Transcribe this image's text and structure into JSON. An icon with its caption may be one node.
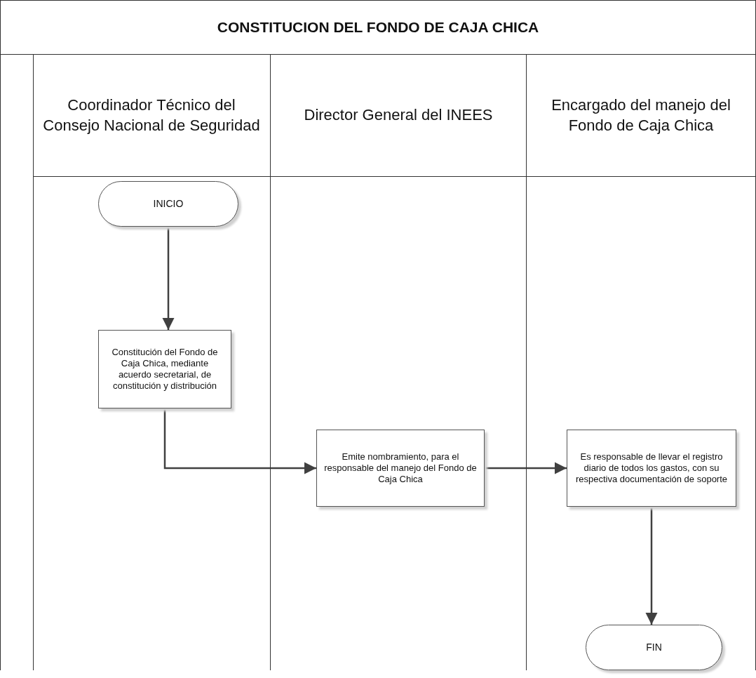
{
  "diagram": {
    "title": "CONSTITUCION DEL FONDO DE CAJA CHICA",
    "nodes": [
      {
        "text": [
          "Coordinador Técnico del Consejo Nacional de Seguridad"
        ]
      },
      {
        "text": [
          "Director General del INEES"
        ]
      },
      {
        "text": [
          "Encargado del manejo del Fondo de Caja Chica"
        ]
      },
      {
        "text": [
          "INICIO"
        ],
        "in": 0
      },
      {
        "text": [
          "Constitución del Fondo de Caja Chica, mediante acuerdo secretarial, de constitución y distribución"
        ],
        "in": 0
      },
      {
        "text": [
          "Emite nombramiento, para  el responsable del manejo del Fondo de Caja Chica"
        ],
        "in": 1
      },
      {
        "text": [
          "Es responsable de llevar el registro diario de todos los gastos, con su respectiva documentación de soporte"
        ],
        "in": 2
      },
      {
        "text": [
          "FIN"
        ],
        "in": 2
      }
    ],
    "edges": [
      {
        "from": 3,
        "to": 4,
        "arrow": "to"
      },
      {
        "from": 4,
        "to": 5,
        "arrow": "to"
      },
      {
        "from": 5,
        "to": 6,
        "arrow": "to"
      },
      {
        "from": 6,
        "to": 7,
        "arrow": "to"
      }
    ]
  }
}
